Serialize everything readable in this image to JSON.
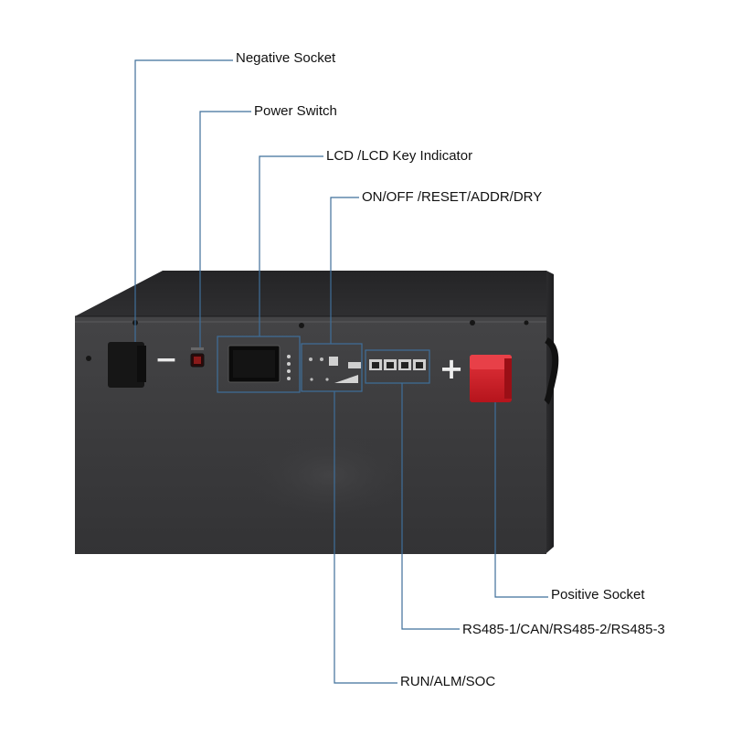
{
  "callouts": {
    "negative_socket": "Negative Socket",
    "power_switch": "Power Switch",
    "lcd_key_indicator": "LCD /LCD Key Indicator",
    "on_off_reset": "ON/OFF /RESET/ADDR/DRY",
    "positive_socket": "Positive Socket",
    "rs485_can": "RS485-1/CAN/RS485-2/RS485-3",
    "run_alm_soc": "RUN/ALM/SOC"
  },
  "panel_symbols": {
    "minus": "−",
    "plus": "+"
  },
  "colors": {
    "callout_line": "#3f6f9a",
    "battery_body": "#3a3a3c",
    "battery_top": "#2b2b2d",
    "positive_terminal": "#d8202a",
    "negative_terminal": "#161616"
  }
}
